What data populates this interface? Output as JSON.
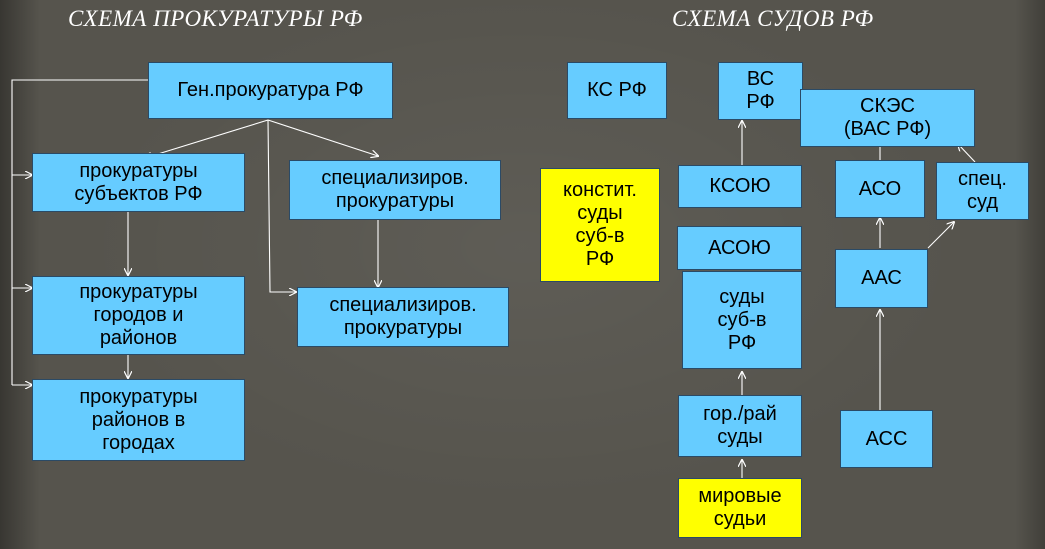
{
  "titles": {
    "left": "СХЕМА ПРОКУРАТУРЫ РФ",
    "right": "СХЕМА СУДОВ РФ"
  },
  "prosecutors": {
    "gen": "Ген.прокуратура РФ",
    "subjects": "прокуратуры\nсубъектов РФ",
    "cities": "прокуратуры\nгородов и\nрайонов",
    "districts": "прокуратуры\nрайонов в\nгородах",
    "special1": "специализиров.\nпрокуратуры",
    "special2": "специализиров.\nпрокуратуры"
  },
  "courts": {
    "ks": "КС РФ",
    "vs": "ВС\nРФ",
    "skes": "СКЭС\n(ВАС РФ)",
    "konstit": "констит.\nсуды\nсуб-в\nРФ",
    "ksoyu": "КСОЮ",
    "aso": "АСО",
    "spec": "спец.\nсуд",
    "asoyu": "АСОЮ",
    "aas": "ААС",
    "subj_courts": "суды\nсуб-в\nРФ",
    "gor_rai": "гор./рай\nсуды",
    "ass": "АСС",
    "mirovye": "мировые\nсудьи"
  },
  "colors": {
    "box": "#66ccff",
    "highlight": "#ffff00",
    "connector": "#ffffff"
  }
}
